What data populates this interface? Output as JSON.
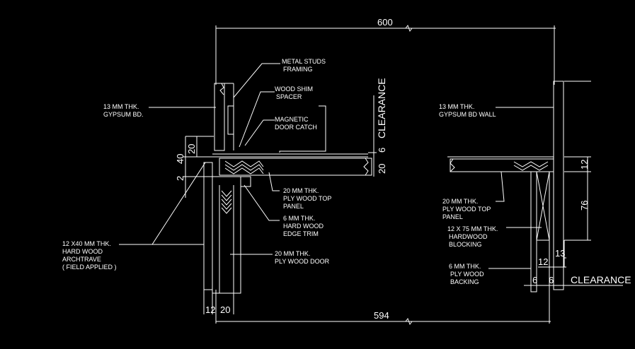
{
  "dimensions": {
    "top_width": "600",
    "bottom_width": "594",
    "d20a": "20",
    "d40": "40",
    "d2": "2",
    "d6a": "6",
    "d20b": "20",
    "d12a": "12",
    "d20c": "20",
    "d12b": "12",
    "d76": "76",
    "d13": "13",
    "d12c": "12",
    "d6b": "6",
    "d6c": "6"
  },
  "clearance_left": "CLEARANCE",
  "clearance_right": "CLEARANCE",
  "labels": {
    "metal_studs_1": "METAL STUDS",
    "metal_studs_2": "FRAMING",
    "wood_shim_1": "WOOD SHIM",
    "wood_shim_2": "SPACER",
    "magnetic_1": "MAGNETIC",
    "magnetic_2": "DOOR CATCH",
    "gypsum_left_1": "13 MM THK.",
    "gypsum_left_2": "GYPSUM BD.",
    "ply_top_left_1": "20 MM THK.",
    "ply_top_left_2": "PLY WOOD TOP",
    "ply_top_left_3": "PANEL",
    "edge_trim_1": "6 MM THK.",
    "edge_trim_2": "HARD WOOD",
    "edge_trim_3": "EDGE TRIM",
    "architrave_1": "12 X40 MM THK.",
    "architrave_2": "HARD WOOD",
    "architrave_3": "ARCHTRAVE",
    "architrave_4": "( FIELD APPLIED )",
    "ply_door_1": "20 MM THK.",
    "ply_door_2": "PLY WOOD DOOR",
    "gypsum_right_1": "13 MM THK.",
    "gypsum_right_2": "GYPSUM BD WALL",
    "ply_top_right_1": "20 MM THK.",
    "ply_top_right_2": "PLY WOOD TOP",
    "ply_top_right_3": "PANEL",
    "blocking_1": "12 X 75 MM THK.",
    "blocking_2": "HARDWOOD",
    "blocking_3": "BLOCKING",
    "backing_1": "6 MM THK.",
    "backing_2": "PLY WOOD",
    "backing_3": "BACKING"
  },
  "colors": {
    "background": "#000000",
    "lines": "#ffffff"
  }
}
